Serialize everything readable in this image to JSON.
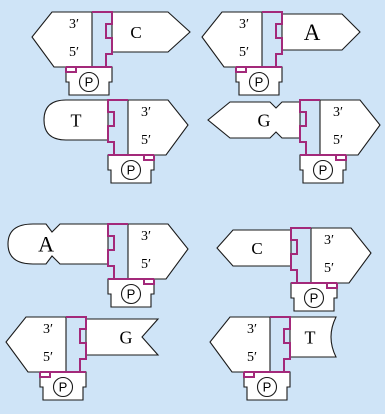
{
  "colors": {
    "background": "#cfe4f7",
    "outline": "#1a1a1a",
    "seam": "#a3297a",
    "piece_fill": "#ffffff"
  },
  "labels": {
    "three_prime": "3′",
    "five_prime": "5′",
    "phosphate": "P"
  },
  "pieces": [
    {
      "id": "c-top",
      "base": "C"
    },
    {
      "id": "a-top",
      "base": "A"
    },
    {
      "id": "t-mid",
      "base": "T"
    },
    {
      "id": "g-mid",
      "base": "G"
    },
    {
      "id": "a-low",
      "base": "A"
    },
    {
      "id": "c-low",
      "base": "C"
    },
    {
      "id": "g-bottom",
      "base": "G"
    },
    {
      "id": "t-bottom",
      "base": "T"
    }
  ]
}
